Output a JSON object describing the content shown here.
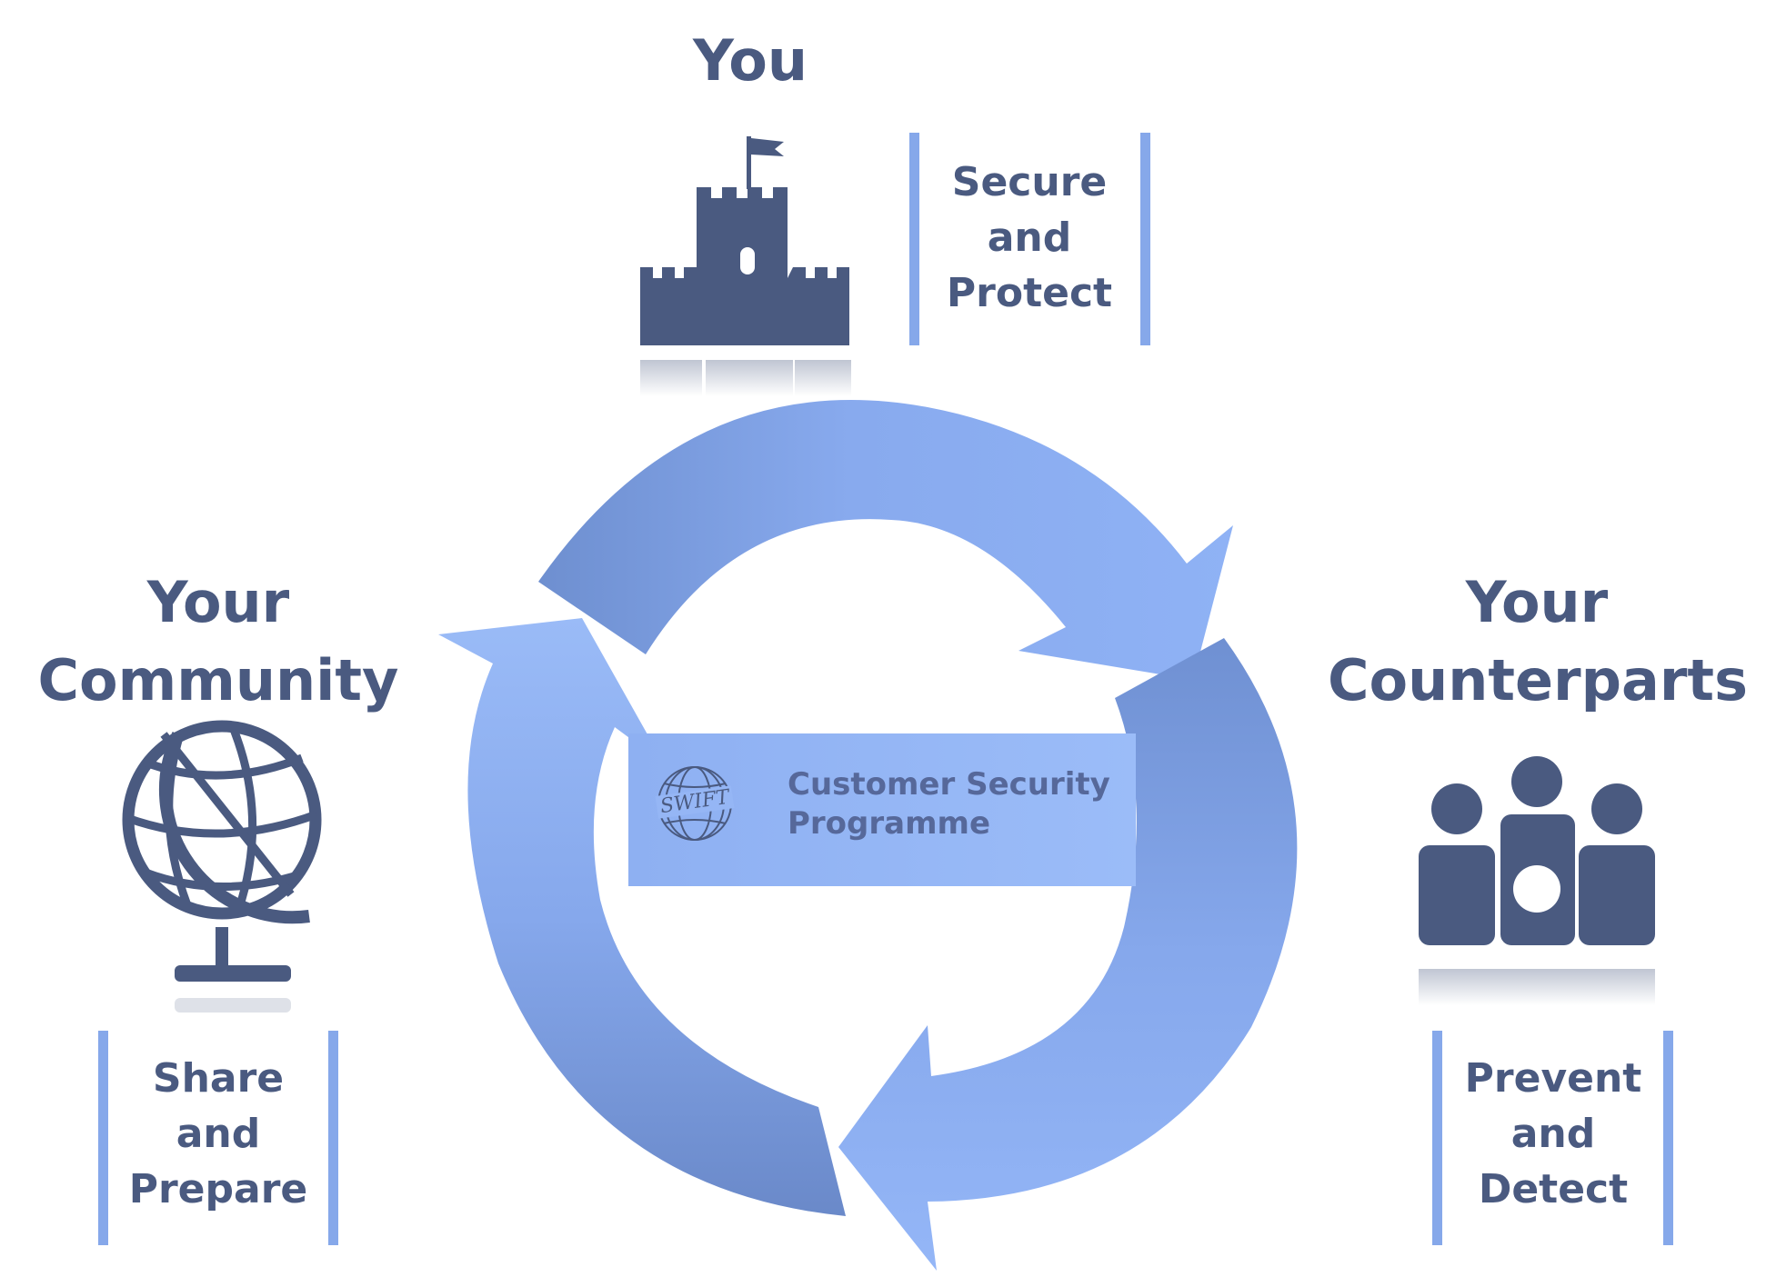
{
  "top": {
    "heading": "You",
    "action": [
      "Secure",
      "and",
      "Protect"
    ],
    "icon": "castle-icon"
  },
  "left": {
    "heading": [
      "Your",
      "Community"
    ],
    "action": [
      "Share",
      "and",
      "Prepare"
    ],
    "icon": "globe-icon"
  },
  "right": {
    "heading": [
      "Your",
      "Counterparts"
    ],
    "action": [
      "Prevent",
      "and",
      "Detect"
    ],
    "icon": "people-icon"
  },
  "center": {
    "logo_text": "SWIFT",
    "title": [
      "Customer Security",
      "Programme"
    ]
  },
  "colors": {
    "text": "#4a5a80",
    "icon": "#4a5a80",
    "arrow_light": "#8eb0f2",
    "arrow_dark": "#6e8fd0",
    "accent_bar": "#86a8ea"
  }
}
